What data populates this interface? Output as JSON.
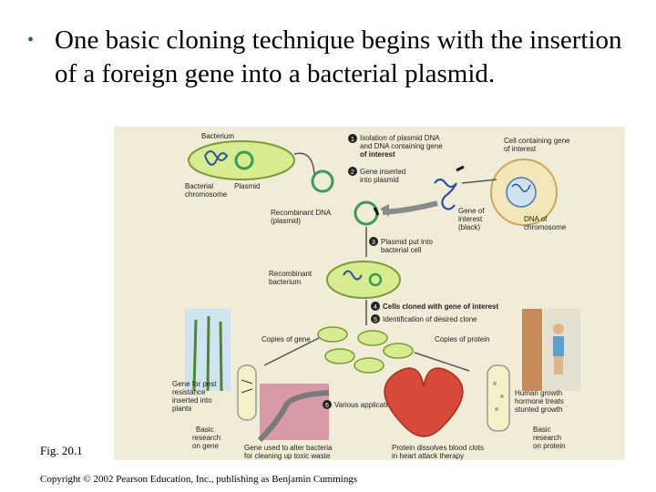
{
  "slide": {
    "bullet": "One basic cloning technique begins with the insertion of a foreign gene into a bacterial plasmid.",
    "fig_caption": "Fig. 20.1",
    "copyright": "Copyright © 2002 Pearson Education, Inc., publishing as Benjamin Cummings"
  },
  "figure": {
    "bacterium": "Bacterium",
    "bacterial_chromosome": [
      "Bacterial",
      "chromosome"
    ],
    "plasmid": "Plasmid",
    "step1": [
      "Isolation of plasmid DNA",
      "and DNA containing gene",
      "of interest"
    ],
    "step2": [
      "Gene inserted",
      "into plasmid"
    ],
    "cell_containing_gene": [
      "Cell containing gene",
      "of interest"
    ],
    "recombinant_dna": [
      "Recombinant DNA",
      "(plasmid)"
    ],
    "gene_of_interest": [
      "Gene of",
      "interest",
      "(black)"
    ],
    "dna_of_chromosome": [
      "DNA of",
      "chromosome"
    ],
    "step3": [
      "Plasmid put into",
      "bacterial cell"
    ],
    "recombinant_bacterium": [
      "Recombinant",
      "bacterium"
    ],
    "step4": "Cells cloned with gene of interest",
    "step5": "Identification of desired clone",
    "copies_of_gene": "Copies of gene",
    "copies_of_protein": "Copies of protein",
    "step6": "Various applications",
    "gene_pest": [
      "Gene for pest",
      "resistance",
      "inserted into",
      "plants"
    ],
    "basic_research_gene": [
      "Basic",
      "research",
      "on gene"
    ],
    "gene_toxic": [
      "Gene used to alter bacteria",
      "for cleaning up toxic waste"
    ],
    "protein_clots": [
      "Protein dissolves blood clots",
      "in heart attack therapy"
    ],
    "human_growth": [
      "Human growth",
      "hormone treats",
      "stunted growth"
    ],
    "basic_research_protein": [
      "Basic",
      "research",
      "on protein"
    ],
    "step_numbers": [
      "1",
      "2",
      "3",
      "4",
      "5",
      "6"
    ]
  }
}
